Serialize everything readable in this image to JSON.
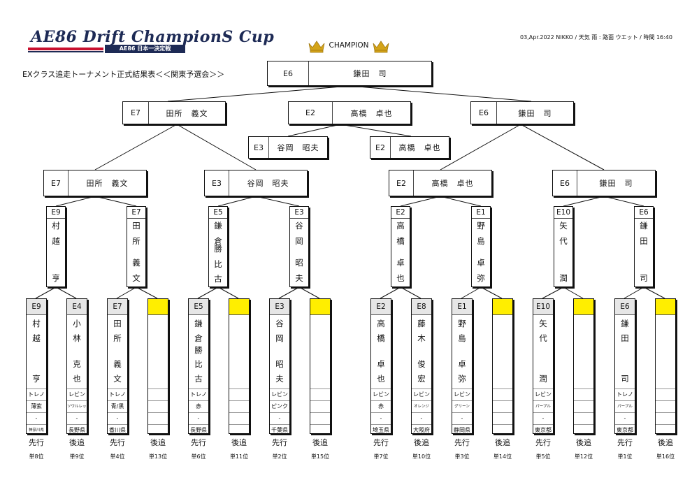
{
  "header": {
    "logo_text": "AE86 Drift ChampionS Cup",
    "logo_sub": "AE86 日本一決定戦",
    "meta": "03,Apr.2022 NIKKO / 天気 雨 : 路面 ウエット / 時間 16:40",
    "subtitle": "EXクラス追走トーナメント正式結果表＜＜関東予選会＞＞",
    "champion_label": "CHAMPION"
  },
  "colors": {
    "crown": "#d4a418",
    "empty_slot": "#ffee00",
    "logo_navy": "#1d2a55",
    "logo_red": "#c8102e"
  },
  "rounds": {
    "champion": {
      "code": "E6",
      "name": "鎌田　司"
    },
    "final": [
      {
        "code": "E7",
        "name": "田所　義文"
      },
      {
        "code": "E2",
        "name": "高橋　卓也"
      },
      {
        "code": "E6",
        "name": "鎌田　司"
      }
    ],
    "repechage": [
      {
        "code": "E3",
        "name": "谷岡　昭夫"
      },
      {
        "code": "E2",
        "name": "高橋　卓也"
      }
    ],
    "semi": [
      {
        "code": "E7",
        "name": "田所　義文"
      },
      {
        "code": "E3",
        "name": "谷岡　昭夫"
      },
      {
        "code": "E2",
        "name": "高橋　卓也"
      },
      {
        "code": "E6",
        "name": "鎌田　司"
      }
    ],
    "quarter": [
      {
        "code": "E9",
        "top": [
          "村",
          "越"
        ],
        "bottom": [
          "亨"
        ]
      },
      {
        "code": "E7",
        "top": [
          "田",
          "所"
        ],
        "bottom": [
          "義",
          "文"
        ]
      },
      {
        "code": "E5",
        "top": [
          "鎌",
          "倉"
        ],
        "bottom": [
          "勝",
          "比",
          "古"
        ]
      },
      {
        "code": "E3",
        "top": [
          "谷",
          "岡"
        ],
        "bottom": [
          "昭",
          "夫"
        ]
      },
      {
        "code": "E2",
        "top": [
          "高",
          "橋"
        ],
        "bottom": [
          "卓",
          "也"
        ]
      },
      {
        "code": "E1",
        "top": [
          "野",
          "島"
        ],
        "bottom": [
          "卓",
          "弥"
        ]
      },
      {
        "code": "E10",
        "top": [
          "矢",
          "代"
        ],
        "bottom": [
          "潤"
        ]
      },
      {
        "code": "E6",
        "top": [
          "鎌",
          "田"
        ],
        "bottom": [
          "司"
        ]
      }
    ]
  },
  "entries": [
    {
      "code": "E9",
      "top": [
        "村",
        "越"
      ],
      "bottom": [
        "亨"
      ],
      "car": "トレノ",
      "color": "薄紫",
      "dash": "-",
      "pref": "神奈川県",
      "role": "先行",
      "rank": "単8位"
    },
    {
      "code": "E4",
      "top": [
        "小",
        "林"
      ],
      "bottom": [
        "克",
        "也"
      ],
      "car": "レビン",
      "color": "ソウルレッド",
      "dash": "-",
      "pref": "長野県",
      "role": "後追",
      "rank": "単9位"
    },
    {
      "code": "E7",
      "top": [
        "田",
        "所"
      ],
      "bottom": [
        "義",
        "文"
      ],
      "car": "トレノ",
      "color": "青/黒",
      "dash": "-",
      "pref": "香川県",
      "role": "先行",
      "rank": "単4位"
    },
    {
      "code": "",
      "top": [],
      "bottom": [],
      "car": "",
      "color": "",
      "dash": "",
      "pref": "",
      "role": "後追",
      "rank": "単13位"
    },
    {
      "code": "E5",
      "top": [
        "鎌",
        "倉"
      ],
      "bottom": [
        "勝",
        "比",
        "古"
      ],
      "car": "トレノ",
      "color": "赤",
      "dash": "-",
      "pref": "長野県",
      "role": "先行",
      "rank": "単6位"
    },
    {
      "code": "",
      "top": [],
      "bottom": [],
      "car": "",
      "color": "",
      "dash": "",
      "pref": "",
      "role": "後追",
      "rank": "単11位"
    },
    {
      "code": "E3",
      "top": [
        "谷",
        "岡"
      ],
      "bottom": [
        "昭",
        "夫"
      ],
      "car": "レビン",
      "color": "ピンク",
      "dash": "-",
      "pref": "千葉県",
      "role": "先行",
      "rank": "単2位"
    },
    {
      "code": "",
      "top": [],
      "bottom": [],
      "car": "",
      "color": "",
      "dash": "",
      "pref": "",
      "role": "後追",
      "rank": "単15位"
    },
    {
      "code": "E2",
      "top": [
        "高",
        "橋"
      ],
      "bottom": [
        "卓",
        "也"
      ],
      "car": "レビン",
      "color": "赤",
      "dash": "-",
      "pref": "埼玉県",
      "role": "先行",
      "rank": "単7位"
    },
    {
      "code": "E8",
      "top": [
        "藤",
        "木"
      ],
      "bottom": [
        "俊",
        "宏"
      ],
      "car": "レビン",
      "color": "オレンジ",
      "dash": "-",
      "pref": "大阪府",
      "role": "後追",
      "rank": "単10位"
    },
    {
      "code": "E1",
      "top": [
        "野",
        "島"
      ],
      "bottom": [
        "卓",
        "弥"
      ],
      "car": "レビン",
      "color": "グリーン",
      "dash": "-",
      "pref": "静岡県",
      "role": "先行",
      "rank": "単3位"
    },
    {
      "code": "",
      "top": [],
      "bottom": [],
      "car": "",
      "color": "",
      "dash": "",
      "pref": "",
      "role": "後追",
      "rank": "単14位"
    },
    {
      "code": "E10",
      "top": [
        "矢",
        "代"
      ],
      "bottom": [
        "潤"
      ],
      "car": "レビン",
      "color": "パープル",
      "dash": "-",
      "pref": "東京都",
      "role": "先行",
      "rank": "単5位"
    },
    {
      "code": "",
      "top": [],
      "bottom": [],
      "car": "",
      "color": "",
      "dash": "",
      "pref": "",
      "role": "後追",
      "rank": "単12位"
    },
    {
      "code": "E6",
      "top": [
        "鎌",
        "田"
      ],
      "bottom": [
        "司"
      ],
      "car": "トレノ",
      "color": "パープル",
      "dash": "-",
      "pref": "東京都",
      "role": "先行",
      "rank": "単1位"
    },
    {
      "code": "",
      "top": [],
      "bottom": [],
      "car": "",
      "color": "",
      "dash": "",
      "pref": "",
      "role": "後追",
      "rank": "単16位"
    }
  ]
}
